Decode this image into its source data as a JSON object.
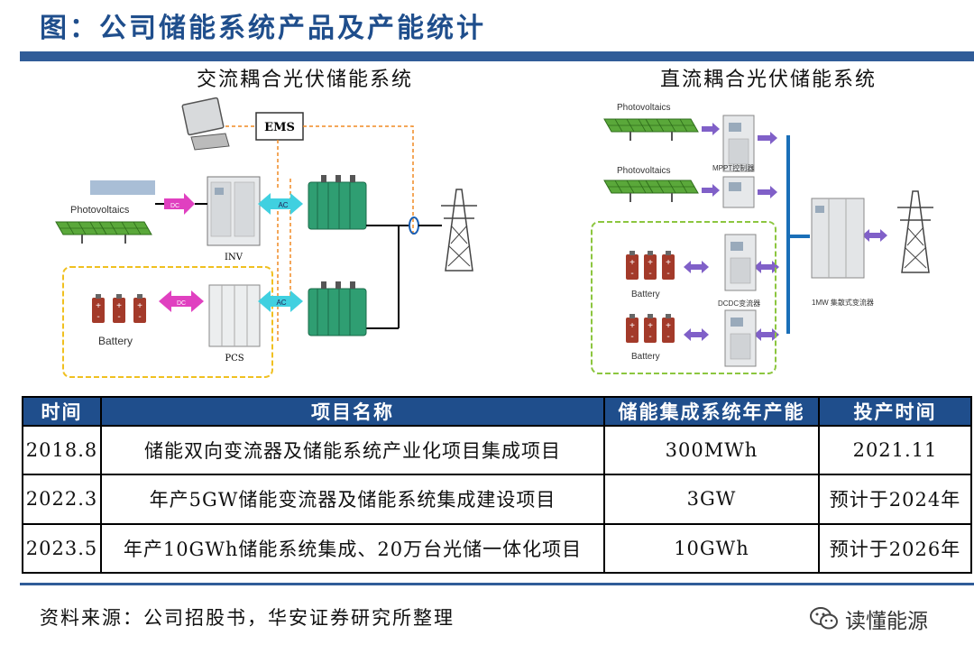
{
  "title": "图：公司储能系统产品及产能统计",
  "ac_system": {
    "heading": "交流耦合光伏储能系统",
    "ems": "EMS",
    "photovoltaics": "Photovoltaics",
    "battery": "Battery",
    "inv": "INV",
    "pcs": "PCS",
    "dc": "DC",
    "ac": "AC"
  },
  "dc_system": {
    "heading": "直流耦合光伏储能系统",
    "photovoltaics": "Photovoltaics",
    "mppt": "MPPT控制器",
    "battery": "Battery",
    "dcdc": "DCDC变流器",
    "converter": "1MW 集散式变流器"
  },
  "table": {
    "headers": [
      "时间",
      "项目名称",
      "储能集成系统年产能",
      "投产时间"
    ],
    "rows": [
      [
        "2018.8",
        "储能双向变流器及储能系统产业化项目集成项目",
        "300MWh",
        "2021.11"
      ],
      [
        "2022.3",
        "年产5GW储能变流器及储能系统集成建设项目",
        "3GW",
        "预计于2024年"
      ],
      [
        "2023.5",
        "年产10GWh储能系统集成、20万台光储一体化项目",
        "10GWh",
        "预计于2026年"
      ]
    ]
  },
  "source": "资料来源：公司招股书，华安证券研究所整理",
  "watermark": "读懂能源",
  "colors": {
    "title_blue": "#1f4e8c",
    "bar_blue": "#305c98",
    "orange_dashed": "#f08a24",
    "yellow_box": "#f0c020",
    "green_box": "#8cc63f",
    "magenta_arrow": "#e040c0",
    "cyan_arrow": "#40d0e0",
    "purple_arrow": "#8060c8",
    "bus_blue": "#1a6fb8"
  }
}
